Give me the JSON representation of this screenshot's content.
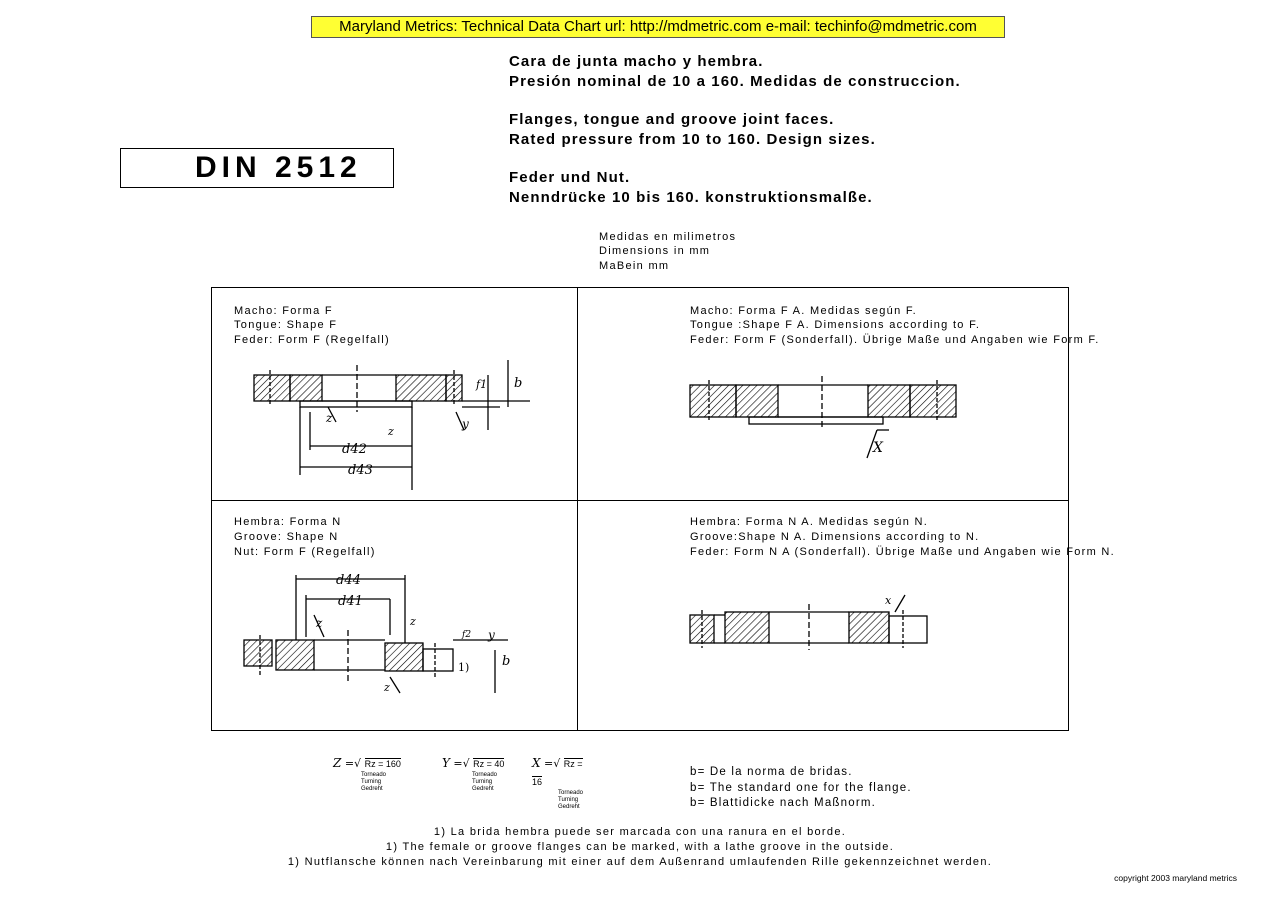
{
  "banner": "Maryland Metrics: Technical Data Chart   url: http://mdmetric.com   e-mail: techinfo@mdmetric.com",
  "standard": "DIN 2512",
  "headings": {
    "es1": "Cara de junta macho y hembra.",
    "es2": "Presión nominal de 10 a 160. Medidas de construccion.",
    "en1": "Flanges, tongue and groove joint faces.",
    "en2": "Rated pressure from 10 to 160. Design sizes.",
    "de1": "Feder und Nut.",
    "de2": "Nenndrücke 10 bis 160. konstruktionsmalße."
  },
  "units": {
    "es": "Medidas en milimetros",
    "en": "Dimensions in mm",
    "de": "MaBein mm"
  },
  "cells": {
    "tl": [
      "Macho: Forma F",
      "Tongue: Shape F",
      "Feder: Form F (Regelfall)"
    ],
    "tr": [
      "Macho: Forma F A. Medidas según F.",
      "Tongue :Shape F A. Dimensions according to F.",
      "Feder: Form F (Sonderfall). Übrige Maße und Angaben wie Form F."
    ],
    "bl": [
      "Hembra: Forma N",
      "Groove: Shape N",
      "Nut: Form F (Regelfall)"
    ],
    "br": [
      "Hembra: Forma N A. Medidas según N.",
      "Groove:Shape N A. Dimensions according to N.",
      "Feder: Form N A (Sonderfall). Übrige Maße und Angaben wie Form N."
    ]
  },
  "drawing_labels": {
    "d42": "d42",
    "d43": "d43",
    "d44": "d44",
    "d41": "d41",
    "b": "b",
    "f1": "f1",
    "f2": "f2",
    "z": "z",
    "y": "y",
    "x": "X",
    "x_small": "x",
    "note1": "1)"
  },
  "surface": [
    {
      "sym": "Z",
      "value": "Rz = 160",
      "t1": "Torneado",
      "t2": "Turning",
      "t3": "Gedreht"
    },
    {
      "sym": "Y",
      "value": "Rz = 40",
      "t1": "Torneado",
      "t2": "Turning",
      "t3": "Gedreht"
    },
    {
      "sym": "X",
      "value": "Rz = 16",
      "t1": "Torneado",
      "t2": "Turning",
      "t3": "Gedreht"
    }
  ],
  "b_notes": [
    "b= De la norma de bridas.",
    "b= The standard one for the flange.",
    "b= Blattidicke nach Maßnorm."
  ],
  "footnotes": [
    "1) La brida hembra puede ser marcada con una ranura en el borde.",
    "1) The female or groove flanges can be marked, with a lathe groove in the outside.",
    "1) Nutflansche können nach Vereinbarung mit einer auf dem Außenrand umlaufenden Rille gekennzeichnet werden."
  ],
  "copyright": "copyright 2003 maryland metrics",
  "colors": {
    "banner_bg": "#ffff33"
  }
}
